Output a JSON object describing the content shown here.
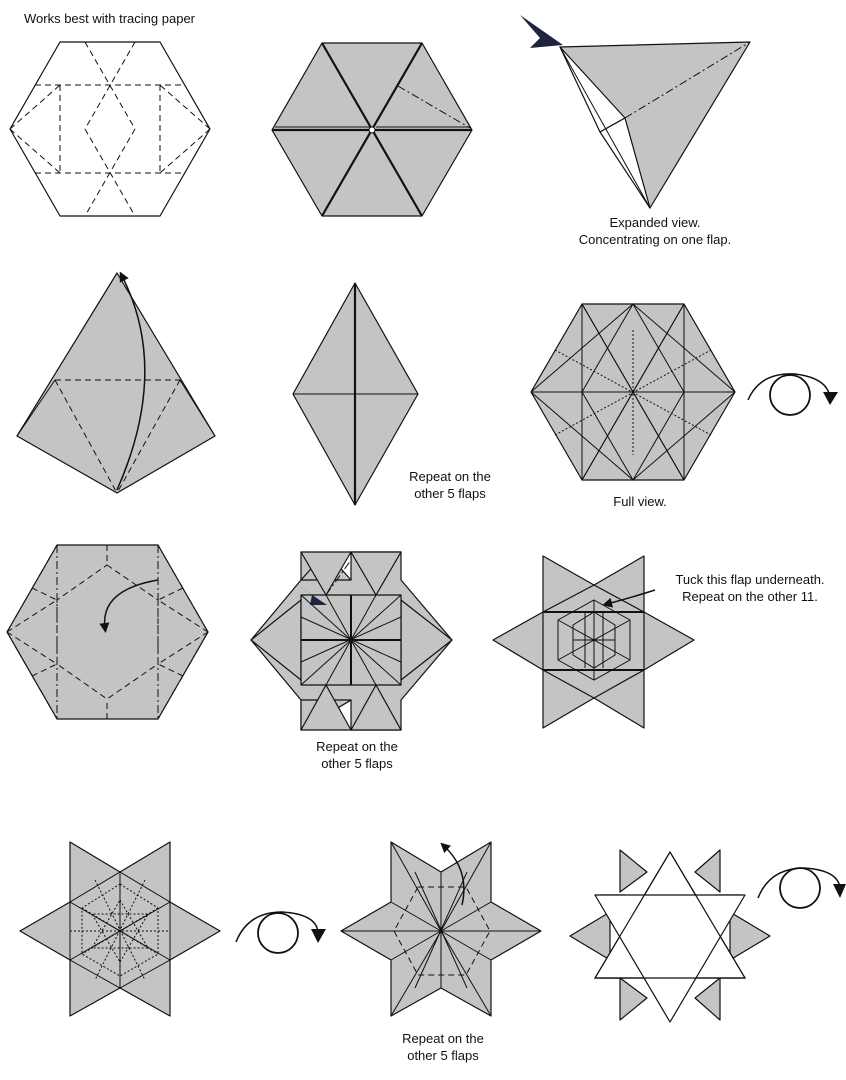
{
  "captions": {
    "tip": "Works best with tracing paper",
    "step3_line1": "Expanded view.",
    "step3_line2": "Concentrating on one flap.",
    "step5_line1": "Repeat on the",
    "step5_line2": "other 5 flaps",
    "step6": "Full view.",
    "step8_line1": "Repeat on the",
    "step8_line2": "other 5 flaps",
    "step9_line1": "Tuck this flap underneath.",
    "step9_line2": "Repeat on the other 11.",
    "step11_line1": "Repeat on the",
    "step11_line2": "other 5 flaps"
  },
  "colors": {
    "paper_gray": "#c4c4c4",
    "line": "#111111",
    "push_arrow": "#1e2340"
  },
  "symbols": [
    "push-arrow-icon",
    "fold-arrow-icon",
    "turn-over-icon"
  ]
}
